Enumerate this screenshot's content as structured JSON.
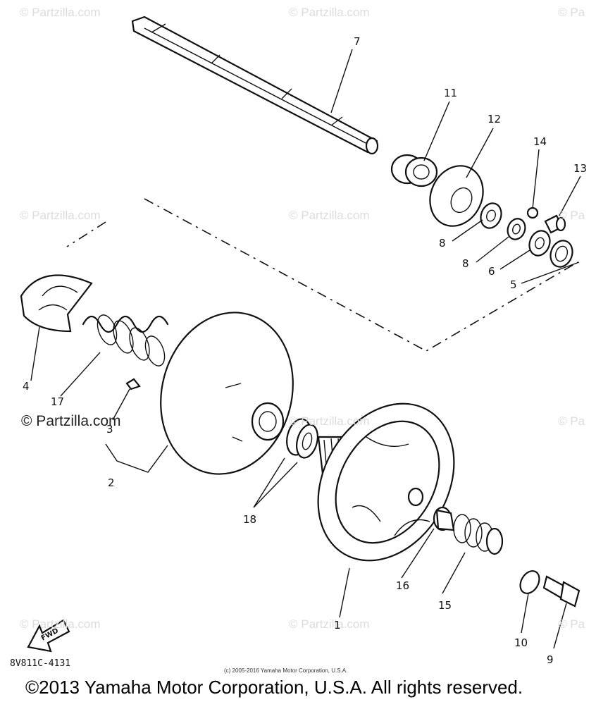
{
  "watermarks": [
    {
      "id": "wm-1",
      "text": "© Partzilla.com"
    },
    {
      "id": "wm-2",
      "text": "© Partzilla.com"
    },
    {
      "id": "wm-3",
      "text": "© Pa"
    },
    {
      "id": "wm-4",
      "text": "© Partzilla.com"
    },
    {
      "id": "wm-5",
      "text": "© Partzilla.com"
    },
    {
      "id": "wm-6",
      "text": "© Pa"
    },
    {
      "id": "wm-7",
      "text": "© Partzilla.com"
    },
    {
      "id": "wm-8",
      "text": "© Partzilla.com"
    },
    {
      "id": "wm-9",
      "text": "© Pa"
    },
    {
      "id": "wm-10",
      "text": "© Partzilla.com"
    },
    {
      "id": "wm-11",
      "text": "© Partzilla.com"
    },
    {
      "id": "wm-12",
      "text": "© Pa"
    }
  ],
  "callouts": {
    "c7": "7",
    "c11": "11",
    "c12": "12",
    "c14": "14",
    "c13": "13",
    "c8a": "8",
    "c8b": "8",
    "c6": "6",
    "c5": "5",
    "c4": "4",
    "c17": "17",
    "c3": "3",
    "c2": "2",
    "c18": "18",
    "c1": "1",
    "c16": "16",
    "c15": "15",
    "c10": "10",
    "c9": "9"
  },
  "fwd_label": "FWD",
  "part_code": "8V811C-4131",
  "small_copyright": "(c) 2005-2016 Yamaha Motor Corporation, U.S.A.",
  "main_copyright": "©2013 Yamaha Motor Corporation, U.S.A. All rights reserved."
}
